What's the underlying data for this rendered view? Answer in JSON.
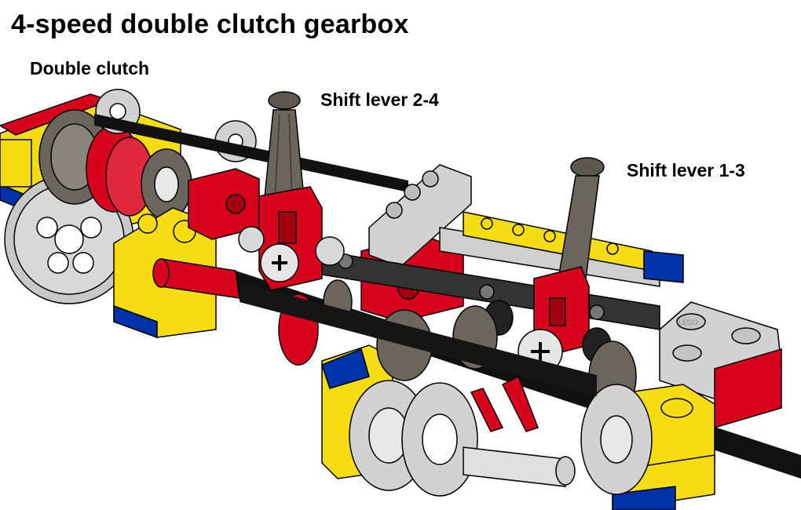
{
  "diagram": {
    "title": "4-speed double clutch gearbox",
    "labels": {
      "double_clutch": "Double clutch",
      "shift_lever_2_4": "Shift lever 2-4",
      "shift_lever_1_3": "Shift lever 1-3"
    },
    "part_text": {
      "stud_logo": "LEGO"
    },
    "colors": {
      "yellow": "#f5dc14",
      "red": "#d7001d",
      "blue": "#0033aa",
      "light_gray": "#d2d2d2",
      "dark_gray": "#6b665c",
      "black": "#111111",
      "outline": "#000000"
    }
  }
}
